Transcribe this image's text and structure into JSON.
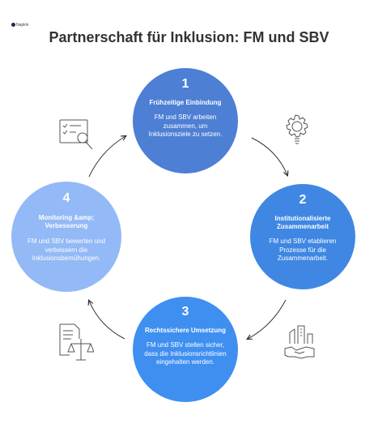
{
  "title": "Partnerschaft für Inklusion: FM und SBV",
  "logo_text": "Napkin",
  "colors": {
    "step1": "#4d7fd4",
    "step2": "#3f87e3",
    "step3": "#3f8ff0",
    "step4": "#93b9f6",
    "arrows": "#333333",
    "icons": "#555555"
  },
  "steps": [
    {
      "number": "1",
      "heading": "Frühzeitige Einbindung",
      "text": "FM und SBV arbeiten zusammen, um Inklusionsziele zu setzen.",
      "icon": "lightbulb-gear-icon"
    },
    {
      "number": "2",
      "heading": "Institutionalisierte Zusammenarbeit",
      "text": "FM und SBV etablieren Prozesse für die Zusammenarbeit.",
      "icon": "building-handshake-icon"
    },
    {
      "number": "3",
      "heading": "Rechtssichere Umsetzung",
      "text": "FM und SBV stellen sicher, dass die Inklusionsrichtlinien eingehalten werden.",
      "icon": "document-scales-icon"
    },
    {
      "number": "4",
      "heading": "Monitoring &amp; Verbesserung",
      "text": "FM und SBV bewerten und verbessern die Inklusionsbemühungen.",
      "icon": "checklist-magnifier-icon"
    }
  ]
}
